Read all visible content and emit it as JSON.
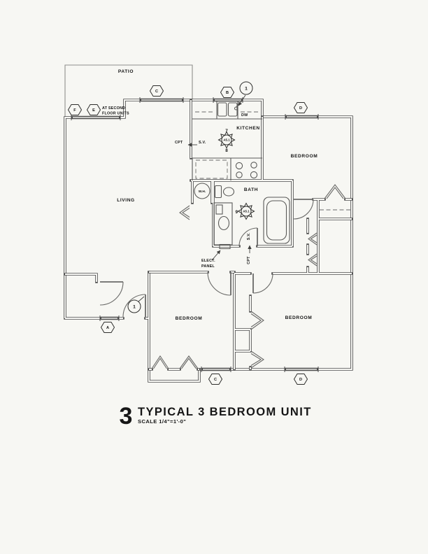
{
  "colors": {
    "paper": "#f7f7f3",
    "wall_line": "#4c4c4c",
    "text": "#161616"
  },
  "title_block": {
    "sheet_number": "3",
    "title": "TYPICAL 3 BEDROOM UNIT",
    "scale": "SCALE 1/4\"=1'-0\""
  },
  "rooms": {
    "patio": "PATIO",
    "living": "LIVING",
    "kitchen": "KITCHEN",
    "bath": "BATH",
    "bedroom_ne": "BEDROOM",
    "bedroom_sw": "BEDROOM",
    "bedroom_se": "BEDROOM"
  },
  "fixtures": {
    "dishwasher": "DW",
    "water_heater": "W.H."
  },
  "annotations": {
    "second_floor_note_line1": "AT SECOND",
    "second_floor_note_line2": "FLOOR UNITS",
    "elect_panel_line1": "ELECT.",
    "elect_panel_line2": "PANEL",
    "carpet": "CPT",
    "sheet_vinyl": "S.V.",
    "carpet_vertical": "CPT",
    "sheet_vinyl_vertical": "S.V.",
    "keynote_7": "7",
    "keynote_8": "8",
    "keynote_9": "9"
  },
  "markers": {
    "hex_f": "F",
    "hex_e": "E",
    "hex_c_top": "C",
    "hex_b": "B",
    "hex_d_top": "D",
    "hex_a": "A",
    "hex_c_bottom": "C",
    "hex_d_bottom": "D",
    "circle_kitchen": "1",
    "circle_entry": "1",
    "detail_kitchen": "A5.1",
    "detail_bath": "A5.1"
  }
}
